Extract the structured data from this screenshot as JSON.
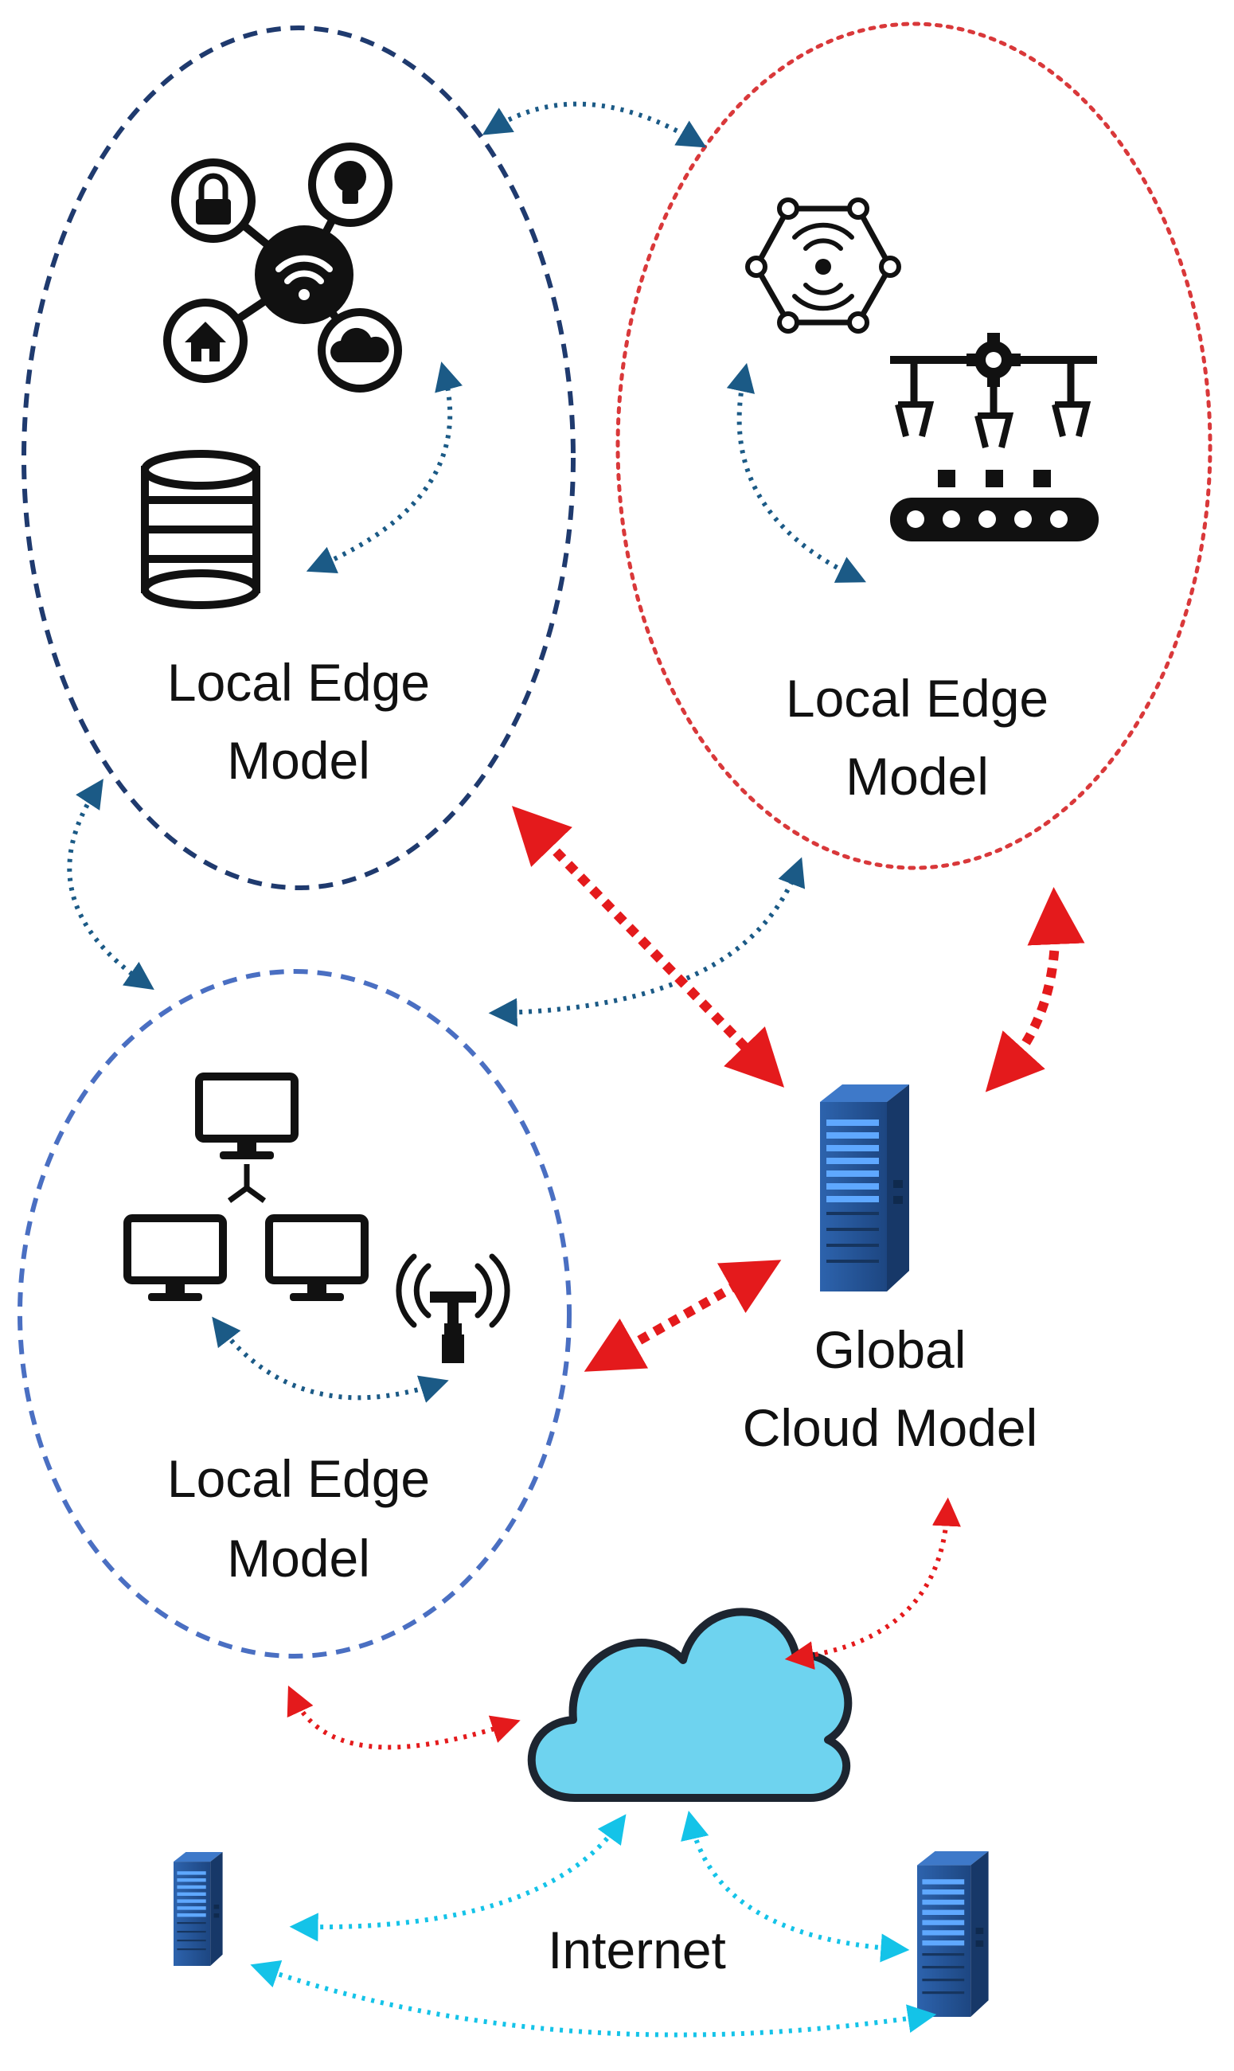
{
  "nodes": {
    "edge_top_left": {
      "line1": "Local Edge",
      "line2": "Model"
    },
    "edge_top_right": {
      "line1": "Local Edge",
      "line2": "Model"
    },
    "edge_bottom_left": {
      "line1": "Local Edge",
      "line2": "Model"
    },
    "global": {
      "line1": "Global",
      "line2": "Cloud Model"
    },
    "internet": {
      "label": "Internet"
    }
  },
  "colors": {
    "cluster_top_left": "#1f3a6e",
    "cluster_top_right": "#d9383a",
    "cluster_bottom_left": "#4a6fc2",
    "edge_link": "#1b5a86",
    "global_link": "#e41a1c",
    "internet_link": "#14c3e8",
    "cloud_fill": "#6ed3ef",
    "server_blue": "#244f8f"
  },
  "icons": [
    "iot-hub-icon",
    "lock-icon",
    "lightbulb-icon",
    "home-icon",
    "cloud-small-icon",
    "database-icon",
    "sensor-hexagon-icon",
    "robot-arm-icon",
    "conveyor-icon",
    "monitor-network-icon",
    "antenna-icon",
    "server-icon",
    "cloud-icon"
  ]
}
